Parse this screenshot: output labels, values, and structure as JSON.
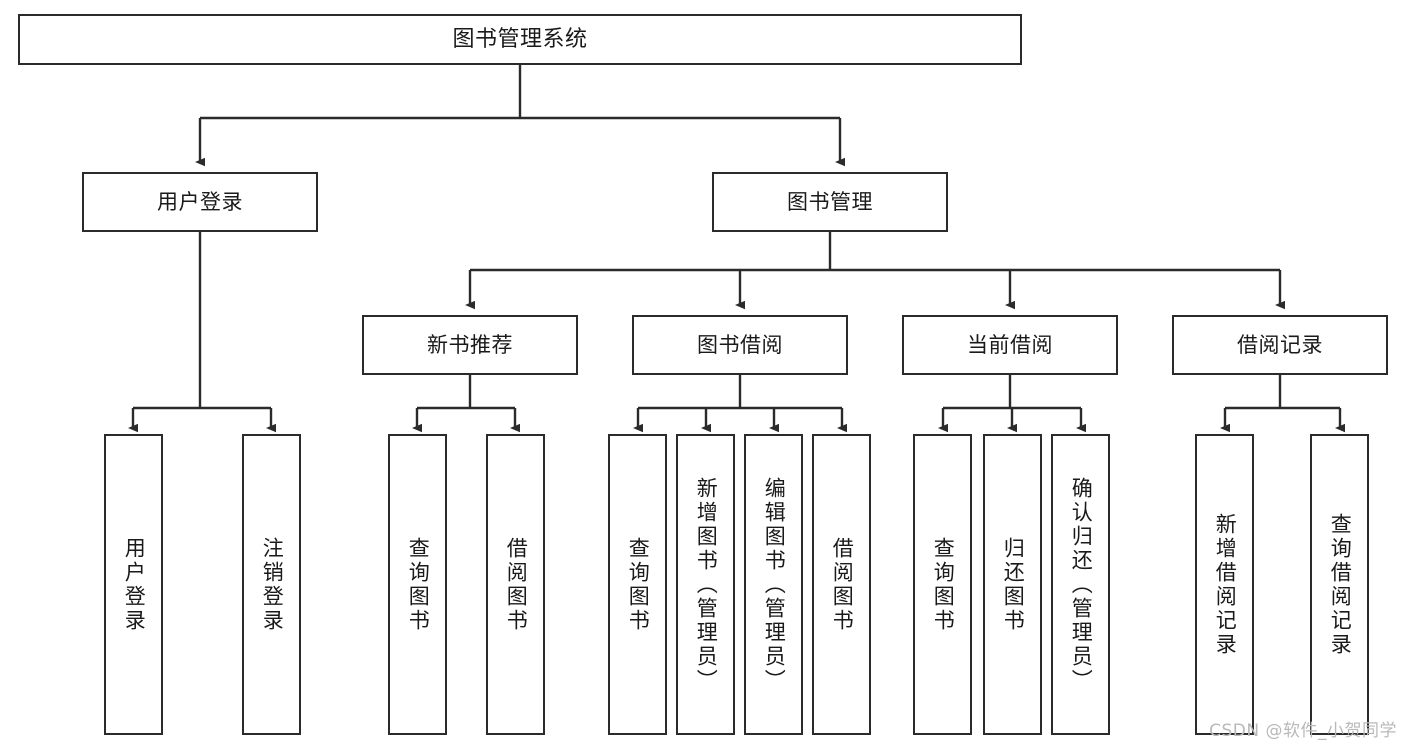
{
  "diagram": {
    "title": "图书管理系统",
    "type": "tree",
    "stroke_color": "#2b2b2b",
    "fill_color": "#ffffff",
    "watermark": "CSDN @软件_小贺同学",
    "levels": {
      "root": {
        "label": "图书管理系统"
      },
      "level2": [
        {
          "label": "用户登录"
        },
        {
          "label": "图书管理"
        }
      ],
      "level3": [
        {
          "label": "新书推荐"
        },
        {
          "label": "图书借阅"
        },
        {
          "label": "当前借阅"
        },
        {
          "label": "借阅记录"
        }
      ],
      "leaves": {
        "user_login": [
          {
            "label": "用户登录"
          },
          {
            "label": "注销登录"
          }
        ],
        "new_book_recommend": [
          {
            "label": "查询图书"
          },
          {
            "label": "借阅图书"
          }
        ],
        "book_borrow": [
          {
            "label": "查询图书"
          },
          {
            "label": "新增图书（管理员）"
          },
          {
            "label": "编辑图书（管理员）"
          },
          {
            "label": "借阅图书"
          }
        ],
        "current_borrow": [
          {
            "label": "查询图书"
          },
          {
            "label": "归还图书"
          },
          {
            "label": "确认归还（管理员）"
          }
        ],
        "borrow_record": [
          {
            "label": "新增借阅记录"
          },
          {
            "label": "查询借阅记录"
          }
        ]
      }
    }
  }
}
